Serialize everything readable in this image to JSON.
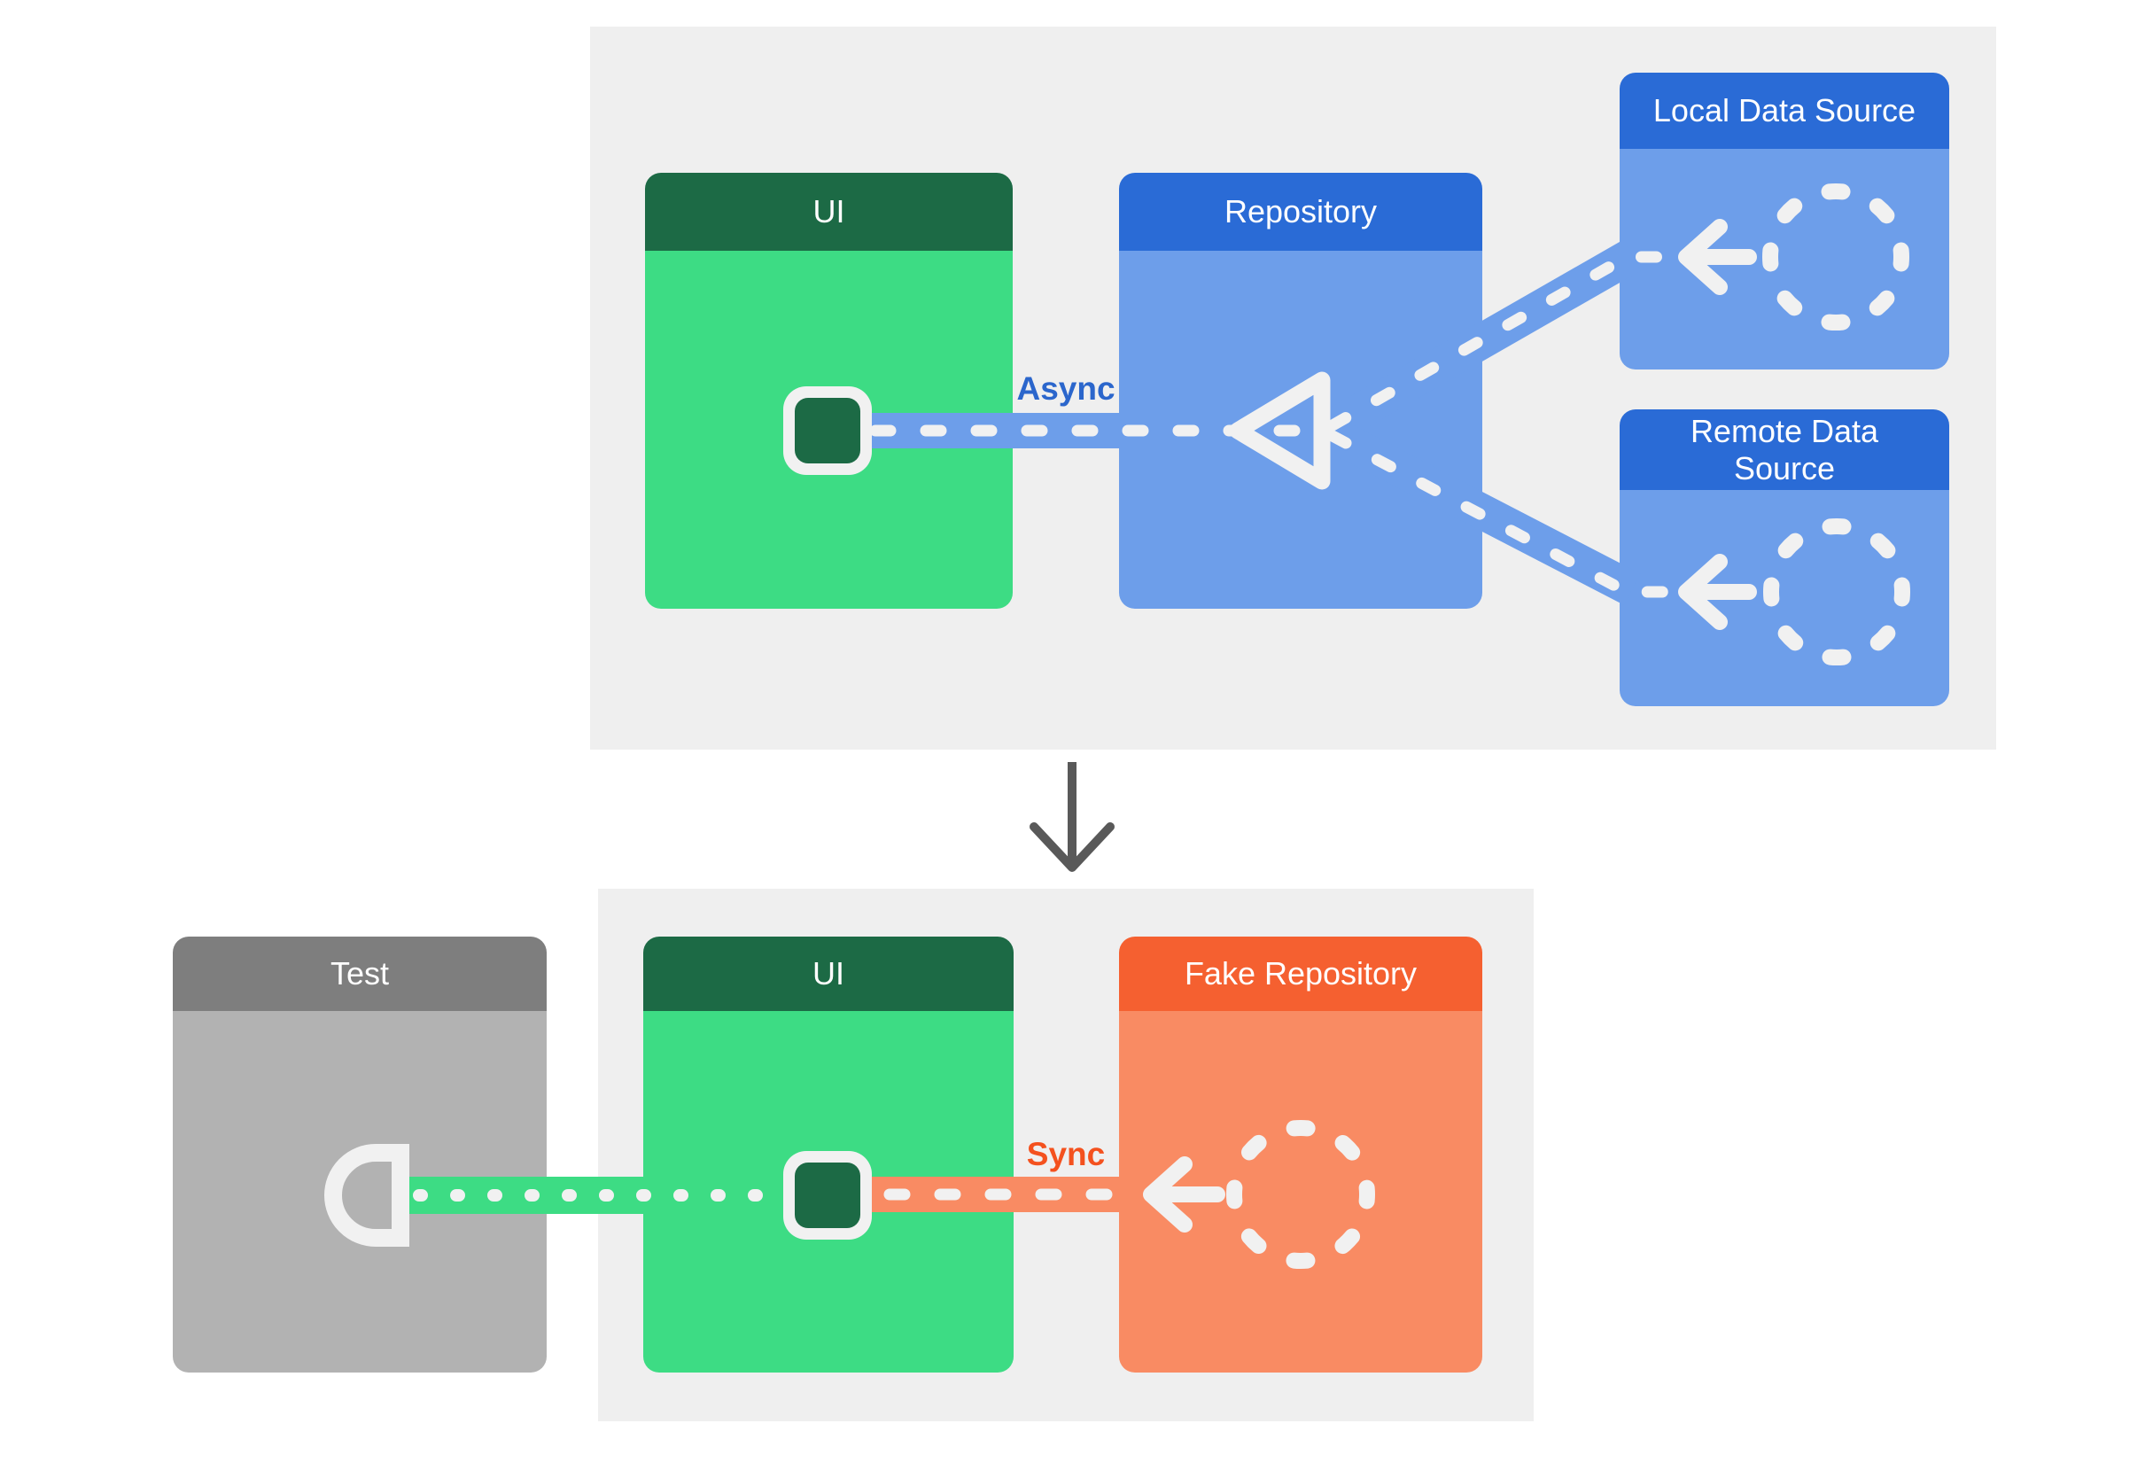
{
  "top_flow": {
    "ui_box": {
      "label": "UI"
    },
    "repository_box": {
      "label": "Repository"
    },
    "local_source_box": {
      "label": "Local Data Source"
    },
    "remote_source_box": {
      "label": "Remote Data Source"
    },
    "connection_label": "Async"
  },
  "bottom_flow": {
    "test_box": {
      "label": "Test"
    },
    "ui_box": {
      "label": "UI"
    },
    "fake_repository_box": {
      "label": "Fake Repository"
    },
    "connection_label": "Sync"
  },
  "icons": {
    "ui_component_square": "rounded-square",
    "merge_triangle": "triangle-outline-pointing-left",
    "data_source_circle": "dashed-circle",
    "flow_arrow_left": "arrow-left",
    "test_socket": "half-round-socket",
    "flow_down_arrow": "arrow-down"
  },
  "colors": {
    "page_bg": "#ffffff",
    "panel_bg": "#efefef",
    "ui_header_green": "#1c6a45",
    "ui_body_green": "#3ddc84",
    "repo_header_blue": "#2a6bd6",
    "repo_body_blue": "#6d9eea",
    "fake_header_orange": "#f56030",
    "fake_body_orange": "#f98b63",
    "test_header_gray": "#7e7e7e",
    "test_body_gray": "#b2b2b2",
    "async_label_blue": "#2b66cc",
    "sync_label_orange": "#f4511e",
    "connector_white": "#f1f1f1",
    "flow_arrow_gray": "#595959"
  }
}
